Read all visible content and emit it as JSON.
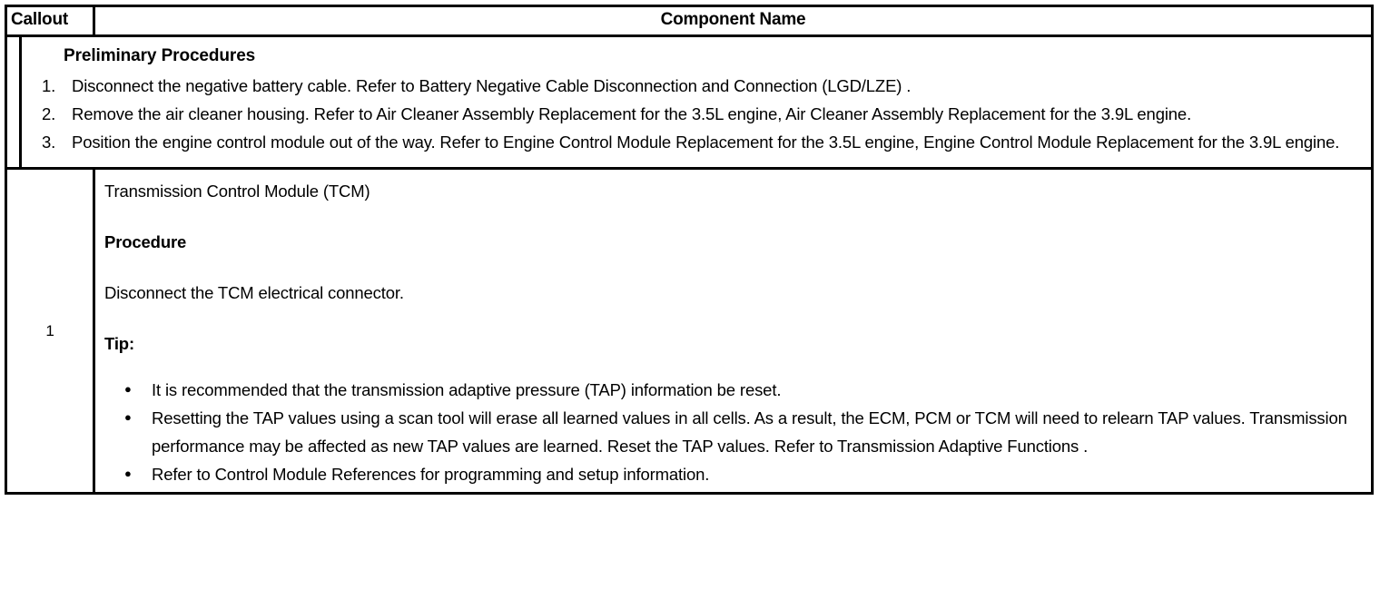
{
  "table": {
    "header": {
      "callout_label": "Callout",
      "component_label": "Component Name"
    },
    "preliminary": {
      "title": "Preliminary Procedures",
      "steps": [
        "Disconnect the negative battery cable. Refer to Battery Negative Cable Disconnection and Connection (LGD/LZE) .",
        "Remove the air cleaner housing. Refer to Air Cleaner Assembly Replacement for the 3.5L engine, Air Cleaner Assembly Replacement for the 3.9L engine.",
        "Position the engine control module out of the way. Refer to Engine Control Module Replacement for the 3.5L engine, Engine Control Module Replacement for the 3.9L engine."
      ]
    },
    "item": {
      "callout_number": "1",
      "component_name": "Transmission Control Module (TCM)",
      "procedure_heading": "Procedure",
      "procedure_text": "Disconnect the TCM electrical connector.",
      "tip_heading": "Tip:",
      "tip_bullets": [
        "It is recommended that the transmission adaptive pressure (TAP) information be reset.",
        "Resetting the TAP values using a scan tool will erase all learned values in all cells. As a result, the ECM, PCM or TCM will need to relearn TAP values. Transmission performance may be affected as new TAP values are learned. Reset the TAP values. Refer to Transmission Adaptive Functions .",
        "Refer to Control Module References for programming and setup information."
      ]
    }
  }
}
